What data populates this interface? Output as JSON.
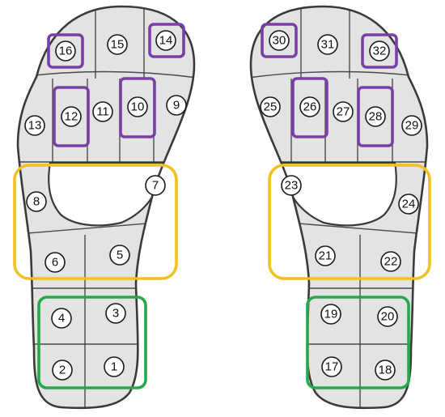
{
  "colors": {
    "toe_group": "#7a3fa6",
    "midfoot_group": "#f2c01f",
    "heel_group": "#27a84a",
    "sole_fill": "#e3e3e3",
    "outline": "#3a3a3a"
  },
  "left_foot": {
    "sensors": [
      "1",
      "2",
      "3",
      "4",
      "5",
      "6",
      "7",
      "8",
      "9",
      "10",
      "11",
      "12",
      "13",
      "14",
      "15",
      "16"
    ],
    "highlighted": {
      "toe_group": [
        "16",
        "14",
        "12",
        "10"
      ],
      "midfoot_group": [
        "8",
        "7",
        "6",
        "5"
      ],
      "heel_group": [
        "4",
        "3",
        "2",
        "1"
      ]
    }
  },
  "right_foot": {
    "sensors": [
      "17",
      "18",
      "19",
      "20",
      "21",
      "22",
      "23",
      "24",
      "25",
      "26",
      "27",
      "28",
      "29",
      "30",
      "31",
      "32"
    ],
    "highlighted": {
      "toe_group": [
        "30",
        "32",
        "26",
        "28"
      ],
      "midfoot_group": [
        "23",
        "24",
        "21",
        "22"
      ],
      "heel_group": [
        "19",
        "20",
        "17",
        "18"
      ]
    }
  }
}
